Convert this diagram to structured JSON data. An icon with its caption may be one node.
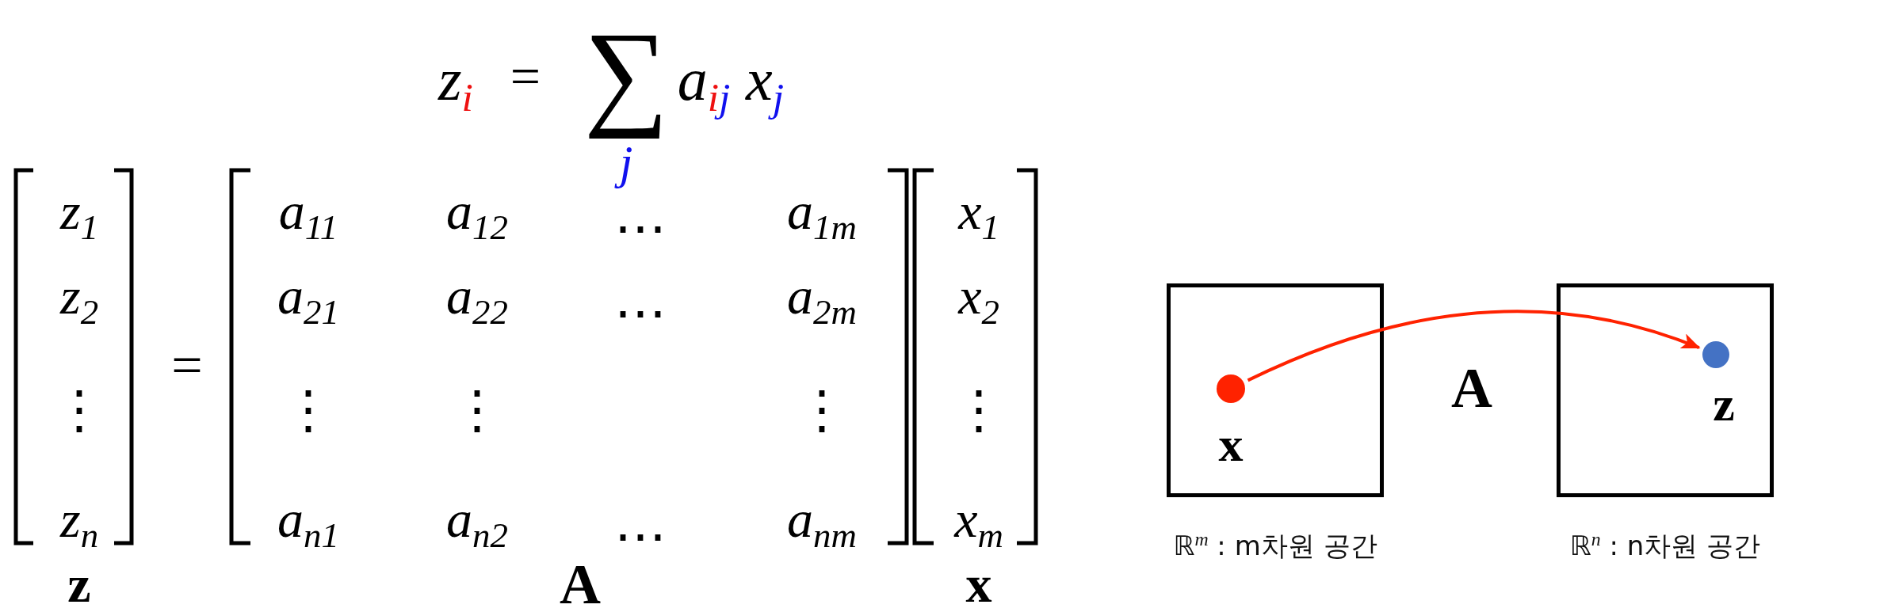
{
  "diagram": {
    "nodes": [
      {
        "text": [
          "ℝ$^{m}$ : m차원 공간"
        ]
      },
      {
        "text": [],
        "shape": "circle",
        "in": 0,
        "beside": [
          "x"
        ]
      },
      {
        "text": [
          "ℝ$^{n}$ : n차원 공간"
        ]
      },
      {
        "text": [],
        "shape": "circle",
        "in": 2,
        "beside": [
          "z"
        ]
      }
    ],
    "edges": [
      {
        "from": 1,
        "to": 3,
        "arrow": "to",
        "label": "A"
      }
    ],
    "labels": [
      "z$_{i}$",
      "=",
      "∑",
      "j",
      "a$_{ij}$",
      "x$_{j}$",
      "z$_{1}$",
      "z$_{2}$",
      "⋮",
      "z$_{n}$",
      "=",
      "a$_{11}$",
      "a$_{12}$",
      "⋯",
      "a$_{1m}$",
      "a$_{21}$",
      "a$_{22}$",
      "⋯",
      "a$_{2m}$",
      "⋮",
      "⋮",
      "⋮",
      "a$_{n1}$",
      "a$_{n2}$",
      "⋯",
      "a$_{nm}$",
      "x$_{1}$",
      "x$_{2}$",
      "⋮",
      "x$_{m}$",
      "z",
      "A",
      "x"
    ]
  }
}
